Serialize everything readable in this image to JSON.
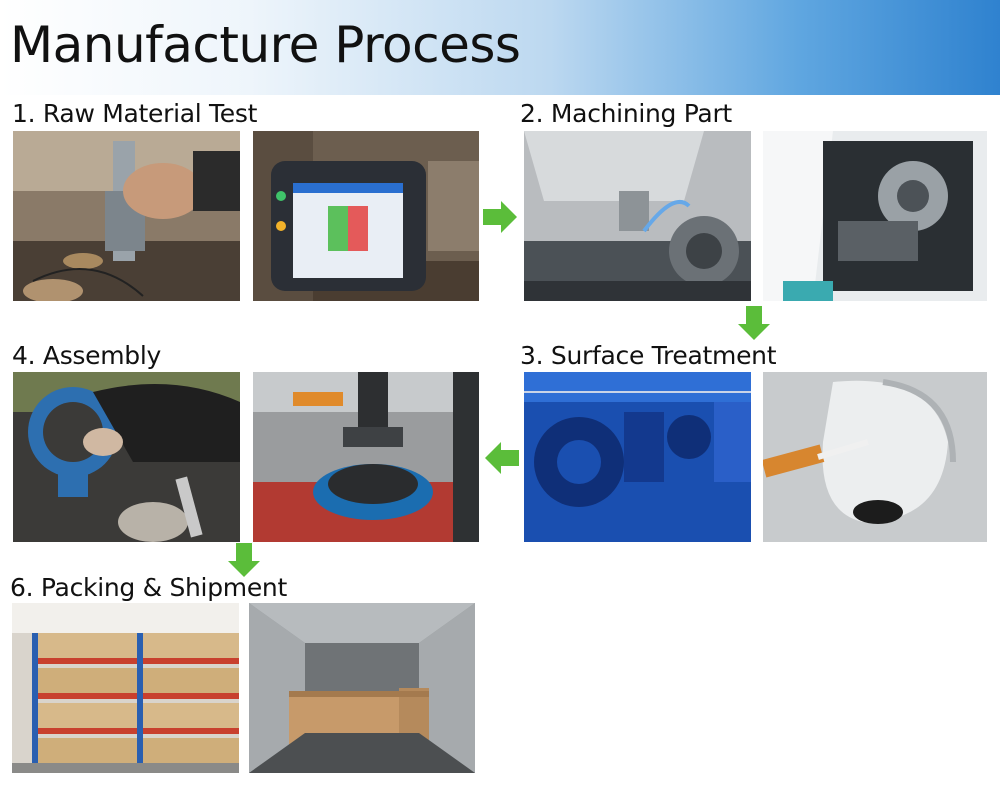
{
  "banner": {
    "title": "Manufacture Process",
    "accent_color": "#2f82cf"
  },
  "steps": [
    {
      "label": "1. Raw Material Test"
    },
    {
      "label": "2. Machining Part"
    },
    {
      "label": "3. Surface Treatment"
    },
    {
      "label": "4. Assembly"
    },
    {
      "label": "6. Packing & Shipment"
    }
  ],
  "arrow_color": "#5bbd3a"
}
